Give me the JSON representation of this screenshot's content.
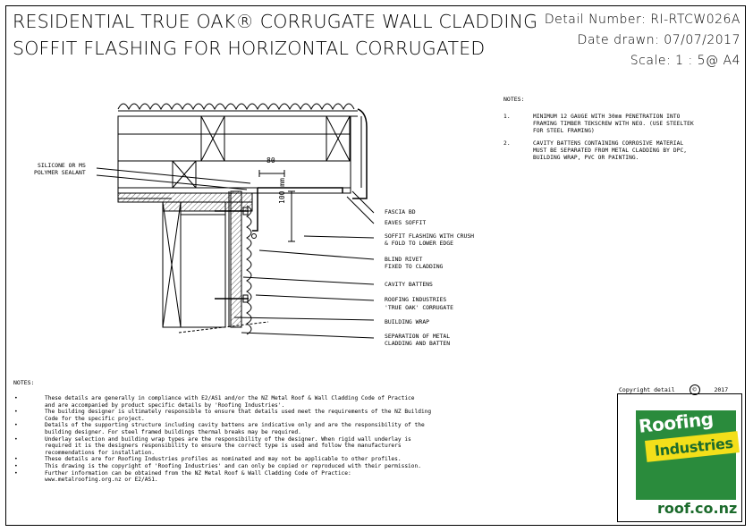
{
  "header": {
    "title_line1": "RESIDENTIAL TRUE OAK® CORRUGATE WALL CLADDING",
    "title_line2": "SOFFIT FLASHING FOR HORIZONTAL CORRUGATED",
    "detail_number": "Detail Number:  RI-RTCW026A",
    "date_drawn": "Date drawn:  07/07/2017",
    "scale": "Scale:   1 : 5@ A4"
  },
  "drawing": {
    "labels": {
      "silicone": "SILICONE OR MS",
      "silicone2": "POLYMER SEALANT",
      "dim_80": "80",
      "dim_100": "100 mm",
      "fascia": "FASCIA BD",
      "eaves": "EAVES SOFFIT",
      "soffit1": "SOFFIT FLASHING WITH CRUSH",
      "soffit2": "& FOLD TO LOWER EDGE",
      "rivet1": "BLIND RIVET",
      "rivet2": "FIXED TO CLADDING",
      "cavity": "CAVITY BATTENS",
      "roofing1": "ROOFING INDUSTRIES",
      "roofing2": "'TRUE OAK' CORRUGATE",
      "wrap": "BUILDING WRAP",
      "sep1": "SEPARATION OF METAL",
      "sep2": "CLADDING AND BATTEN"
    }
  },
  "notes_right": {
    "heading": "NOTES:",
    "n1_num": "1.",
    "n1_l1": "MINIMUM 12 GAUGE WITH 30mm PENETRATION INTO",
    "n1_l2": "FRAMING TIMBER TEKSCREW WITH NEO.  (USE STEELTEK",
    "n1_l3": "FOR STEEL FRAMING)",
    "n2_num": "2.",
    "n2_l1": "CAVITY BATTENS CONTAINING CORROSIVE MATERIAL",
    "n2_l2": "MUST BE SEPARATED FROM METAL CLADDING BY DPC,",
    "n2_l3": "BUILDING WRAP, PVC OR PAINTING."
  },
  "notes_bottom": {
    "heading": "NOTES:",
    "bullet": "•",
    "lines": [
      "These details are generally in compliance with E2/AS1 and/or the NZ Metal Roof & Wall Cladding Code of Practice",
      "and are accompanied by product specific details by 'Roofing Industries'.",
      "The building designer is ultimately responsible to ensure that details used meet the requirements of the NZ Building",
      "Code for the specific project.",
      "Details of the supporting structure including cavity battens are indicative only and are the responsibility of the",
      "building designer.  For steel framed buildings thermal breaks may be required.",
      "Underlay selection and building wrap types are the responsibility of the designer.  When rigid wall underlay is",
      "required it is the designers responsibility to ensure the correct type is used and follow the manufacturers",
      "recommendations for installation.",
      "These details are for Roofing Industries profiles as nominated and may not be applicable to other profiles.",
      "This drawing is the copyright of 'Roofing Industries' and can only be copied or reproduced with their permission.",
      "Further information can be obtained from the NZ Metal Roof & Wall Cladding Code of Practice:",
      "www.metalroofing.org.nz or E2/AS1."
    ]
  },
  "footer": {
    "copyright": "Copyright detail",
    "copyright_symbol": "©",
    "year": "2017"
  },
  "logo": {
    "roofing": "Roofing",
    "industries": "Industries",
    "url": "roof.co.nz",
    "green": "#2a8b3c",
    "yellow": "#f3df1a"
  }
}
